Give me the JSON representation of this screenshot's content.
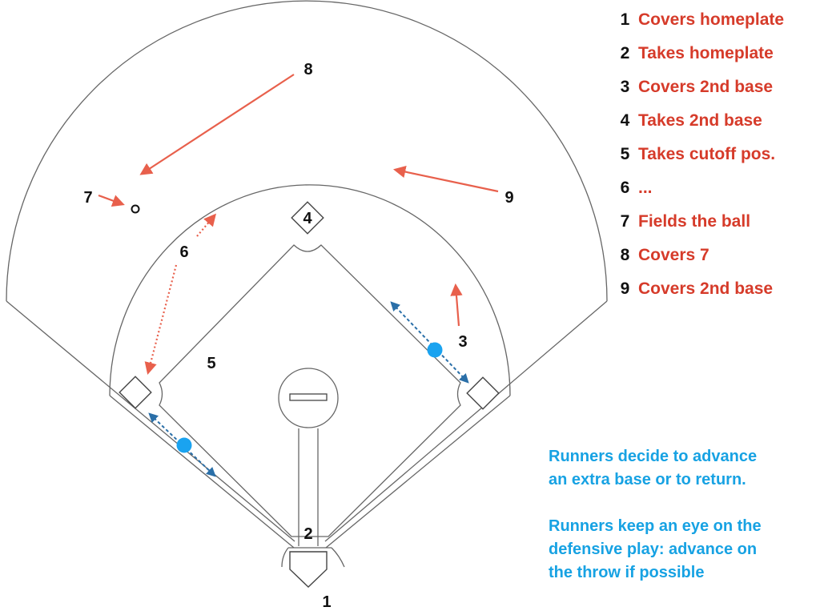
{
  "legend": {
    "items": [
      {
        "num": "1",
        "text": "Covers homeplate"
      },
      {
        "num": "2",
        "text": "Takes homeplate"
      },
      {
        "num": "3",
        "text": "Covers 2nd base"
      },
      {
        "num": "4",
        "text": "Takes 2nd base"
      },
      {
        "num": "5",
        "text": "Takes cutoff pos."
      },
      {
        "num": "6",
        "text": "..."
      },
      {
        "num": "7",
        "text": "Fields the ball"
      },
      {
        "num": "8",
        "text": "Covers 7"
      },
      {
        "num": "9",
        "text": "Covers 2nd base"
      }
    ]
  },
  "field": {
    "positions": {
      "p1": "1",
      "p2": "2",
      "p3": "3",
      "p4": "4",
      "p5": "5",
      "p6": "6",
      "p7": "7",
      "p8": "8",
      "p9": "9"
    }
  },
  "notes": [
    {
      "line1": "Runners decide to advance",
      "line2": "an extra base or to return."
    },
    {
      "line1": "Runners keep an eye on the",
      "line2": "defensive play: advance on",
      "line3": "the throw if possible"
    }
  ],
  "colors": {
    "movement_arrow": "#e8604c",
    "runner": "#1aa3f0",
    "runner_arrow": "#2a6fa8",
    "legend_text": "#d63b2a",
    "notes_text": "#17a2e3",
    "field_line": "#666666"
  }
}
